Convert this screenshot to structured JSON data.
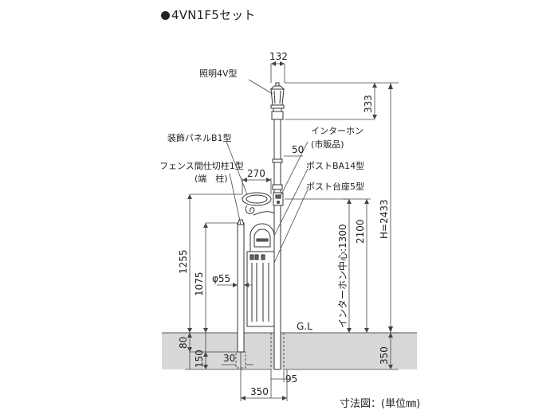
{
  "title": "4VN1F5セット",
  "labels": {
    "lamp": "照明4V型",
    "panel": "装飾パネルB1型",
    "fence_post": "フェンス間仕切柱1型",
    "fence_post_sub": "(端　柱)",
    "intercom": "インターホン",
    "intercom_sub": "(市販品)",
    "post": "ポストBA14型",
    "post_base": "ポスト台座5型",
    "ground": "G.L"
  },
  "dimensions": {
    "top_width": "132",
    "lamp_height": "333",
    "width_50": "50",
    "panel_width": "270",
    "total_height": "H=2433",
    "height_2100": "2100",
    "intercom_center": "インターホン中心:1300",
    "height_1255": "1255",
    "height_1075": "1075",
    "diameter": "φ55",
    "depth_80": "80",
    "depth_150": "150",
    "width_30": "30",
    "width_95": "95",
    "width_350": "350",
    "depth_350": "350"
  },
  "unit_note": "寸法図：(単位㎜)"
}
